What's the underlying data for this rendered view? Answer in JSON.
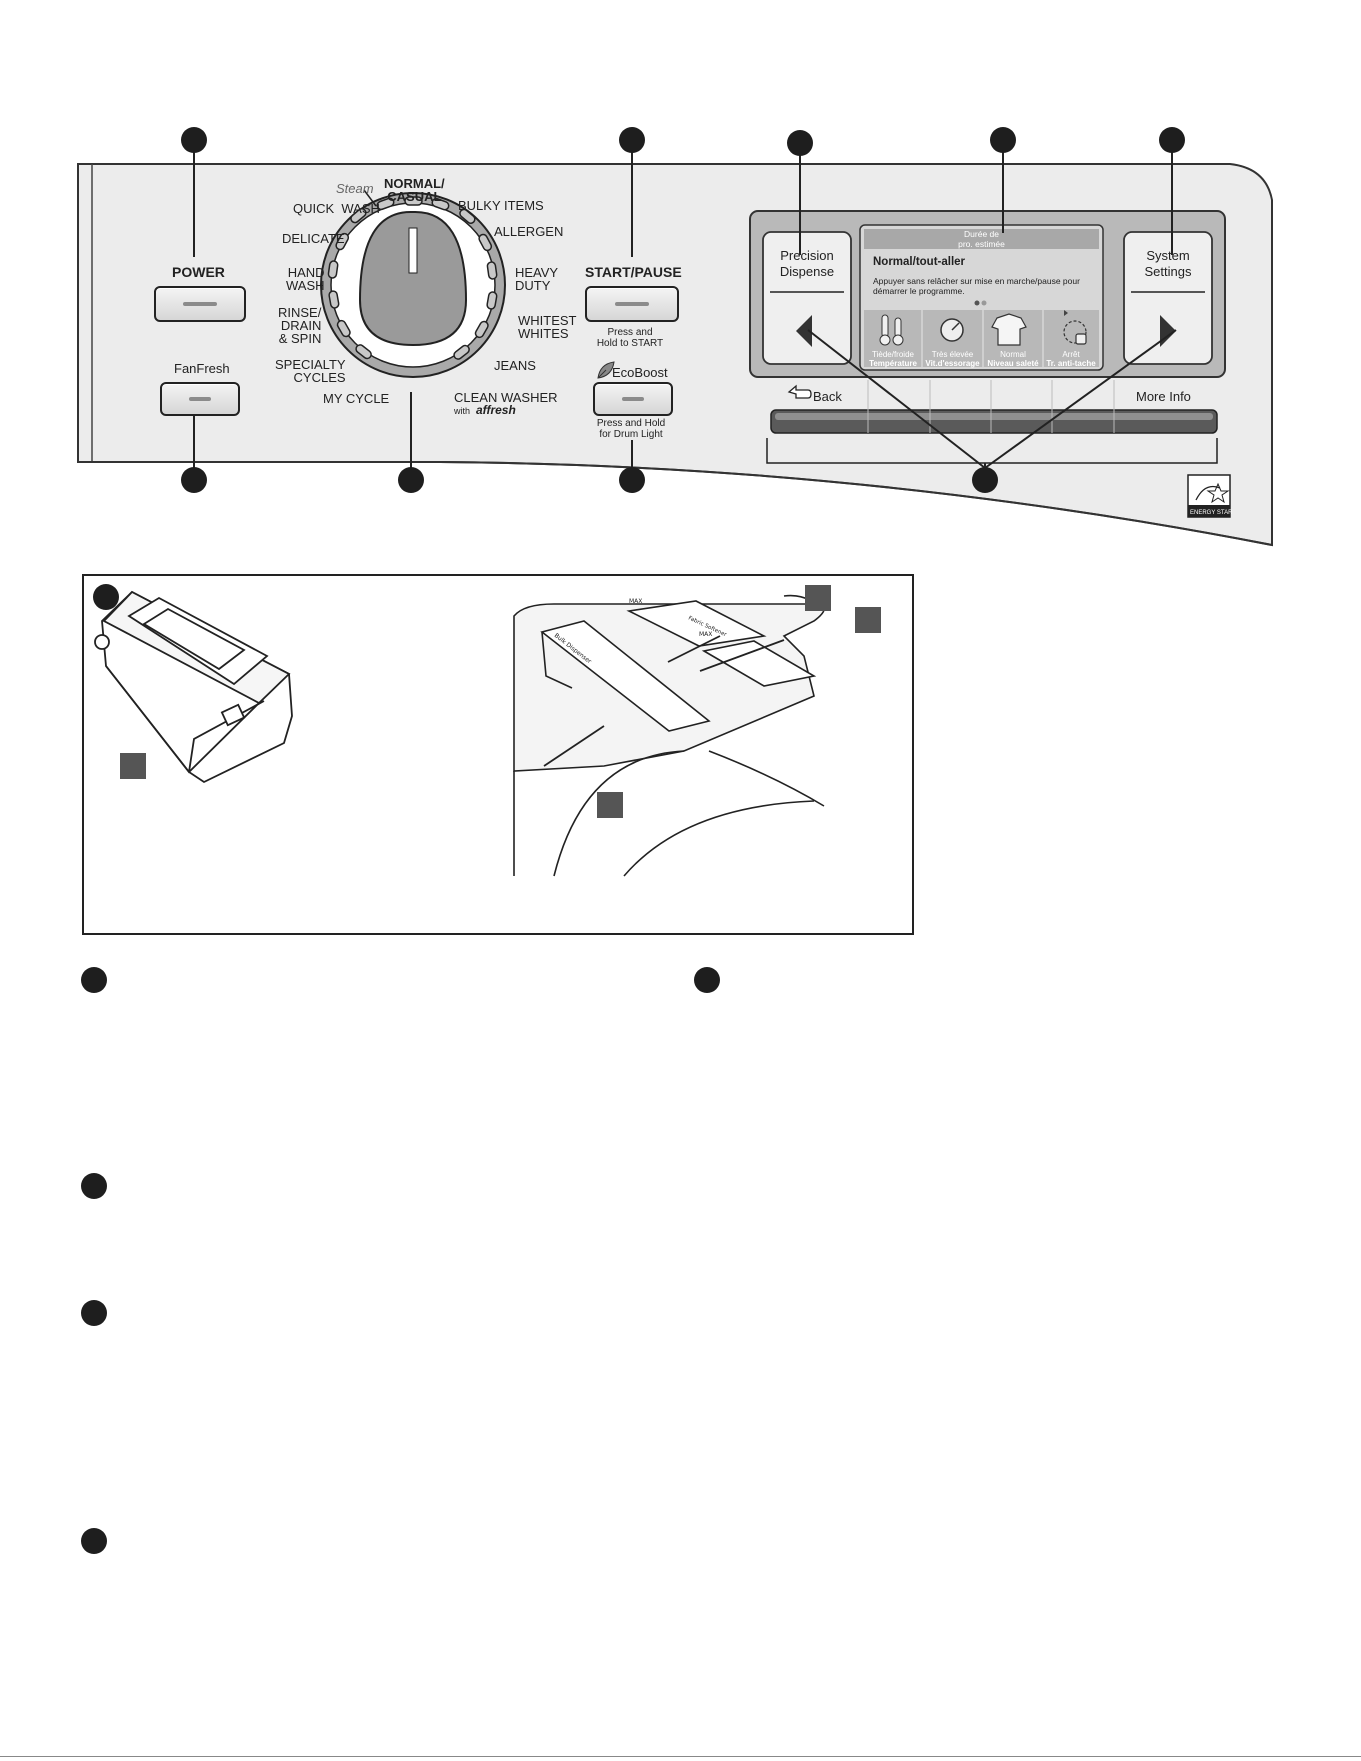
{
  "panel": {
    "power_label": "POWER",
    "fanfresh_label": "FanFresh",
    "start_pause_label": "START/PAUSE",
    "start_pause_note": [
      "Press and",
      "Hold to START"
    ],
    "ecoboost_label": "EcoBoost",
    "ecoboost_note": [
      "Press and Hold",
      "for Drum Light"
    ],
    "precision_dispense_label": [
      "Precision",
      "Dispense"
    ],
    "system_settings_label": [
      "System",
      "Settings"
    ],
    "back_label": "Back",
    "more_info_label": "More Info",
    "energy_star_label": "ENERGY STAR"
  },
  "dial": {
    "steam": "Steam",
    "normal_casual": [
      "NORMAL/",
      "CASUAL"
    ],
    "quick_wash": "QUICK  WASH",
    "bulky_items": "BULKY ITEMS",
    "delicate": "DELICATE",
    "allergen": "ALLERGEN",
    "hand_wash": [
      "HAND",
      "WASH"
    ],
    "heavy_duty": [
      "HEAVY",
      "DUTY"
    ],
    "rinse_drain_spin": [
      "RINSE/",
      "DRAIN",
      "& SPIN"
    ],
    "whitest_whites": [
      "WHITEST",
      "WHITES"
    ],
    "specialty_cycles": [
      "SPECIALTY",
      "CYCLES"
    ],
    "jeans": "JEANS",
    "my_cycle": "MY CYCLE",
    "clean_washer": "CLEAN WASHER",
    "with": "with",
    "affresh": "affresh"
  },
  "screen": {
    "top_line": [
      "Durée de",
      "pro. estimée"
    ],
    "title": "Normal/tout-aller",
    "body": [
      "Appuyer sans relâcher sur mise en marche/pause pour",
      "démarrer le programme."
    ],
    "options": [
      {
        "value": "Tiède/froide",
        "name": "Température"
      },
      {
        "value": "Très élevée",
        "name": "Vit.d'essorage"
      },
      {
        "value": "Normal",
        "name": "Niveau saleté"
      },
      {
        "value": "Arrêt",
        "name": "Tr. anti-tache"
      }
    ]
  },
  "dispenser": {
    "max_label": "MAX",
    "softener_label": "Fabric Softener",
    "bulk_label": "Bulk Dispenser"
  },
  "colors": {
    "callout": "#1e1e1e",
    "panel_bg": "#ececec",
    "screen_bg": "#bdbdbd",
    "square_marker": "#555555"
  }
}
